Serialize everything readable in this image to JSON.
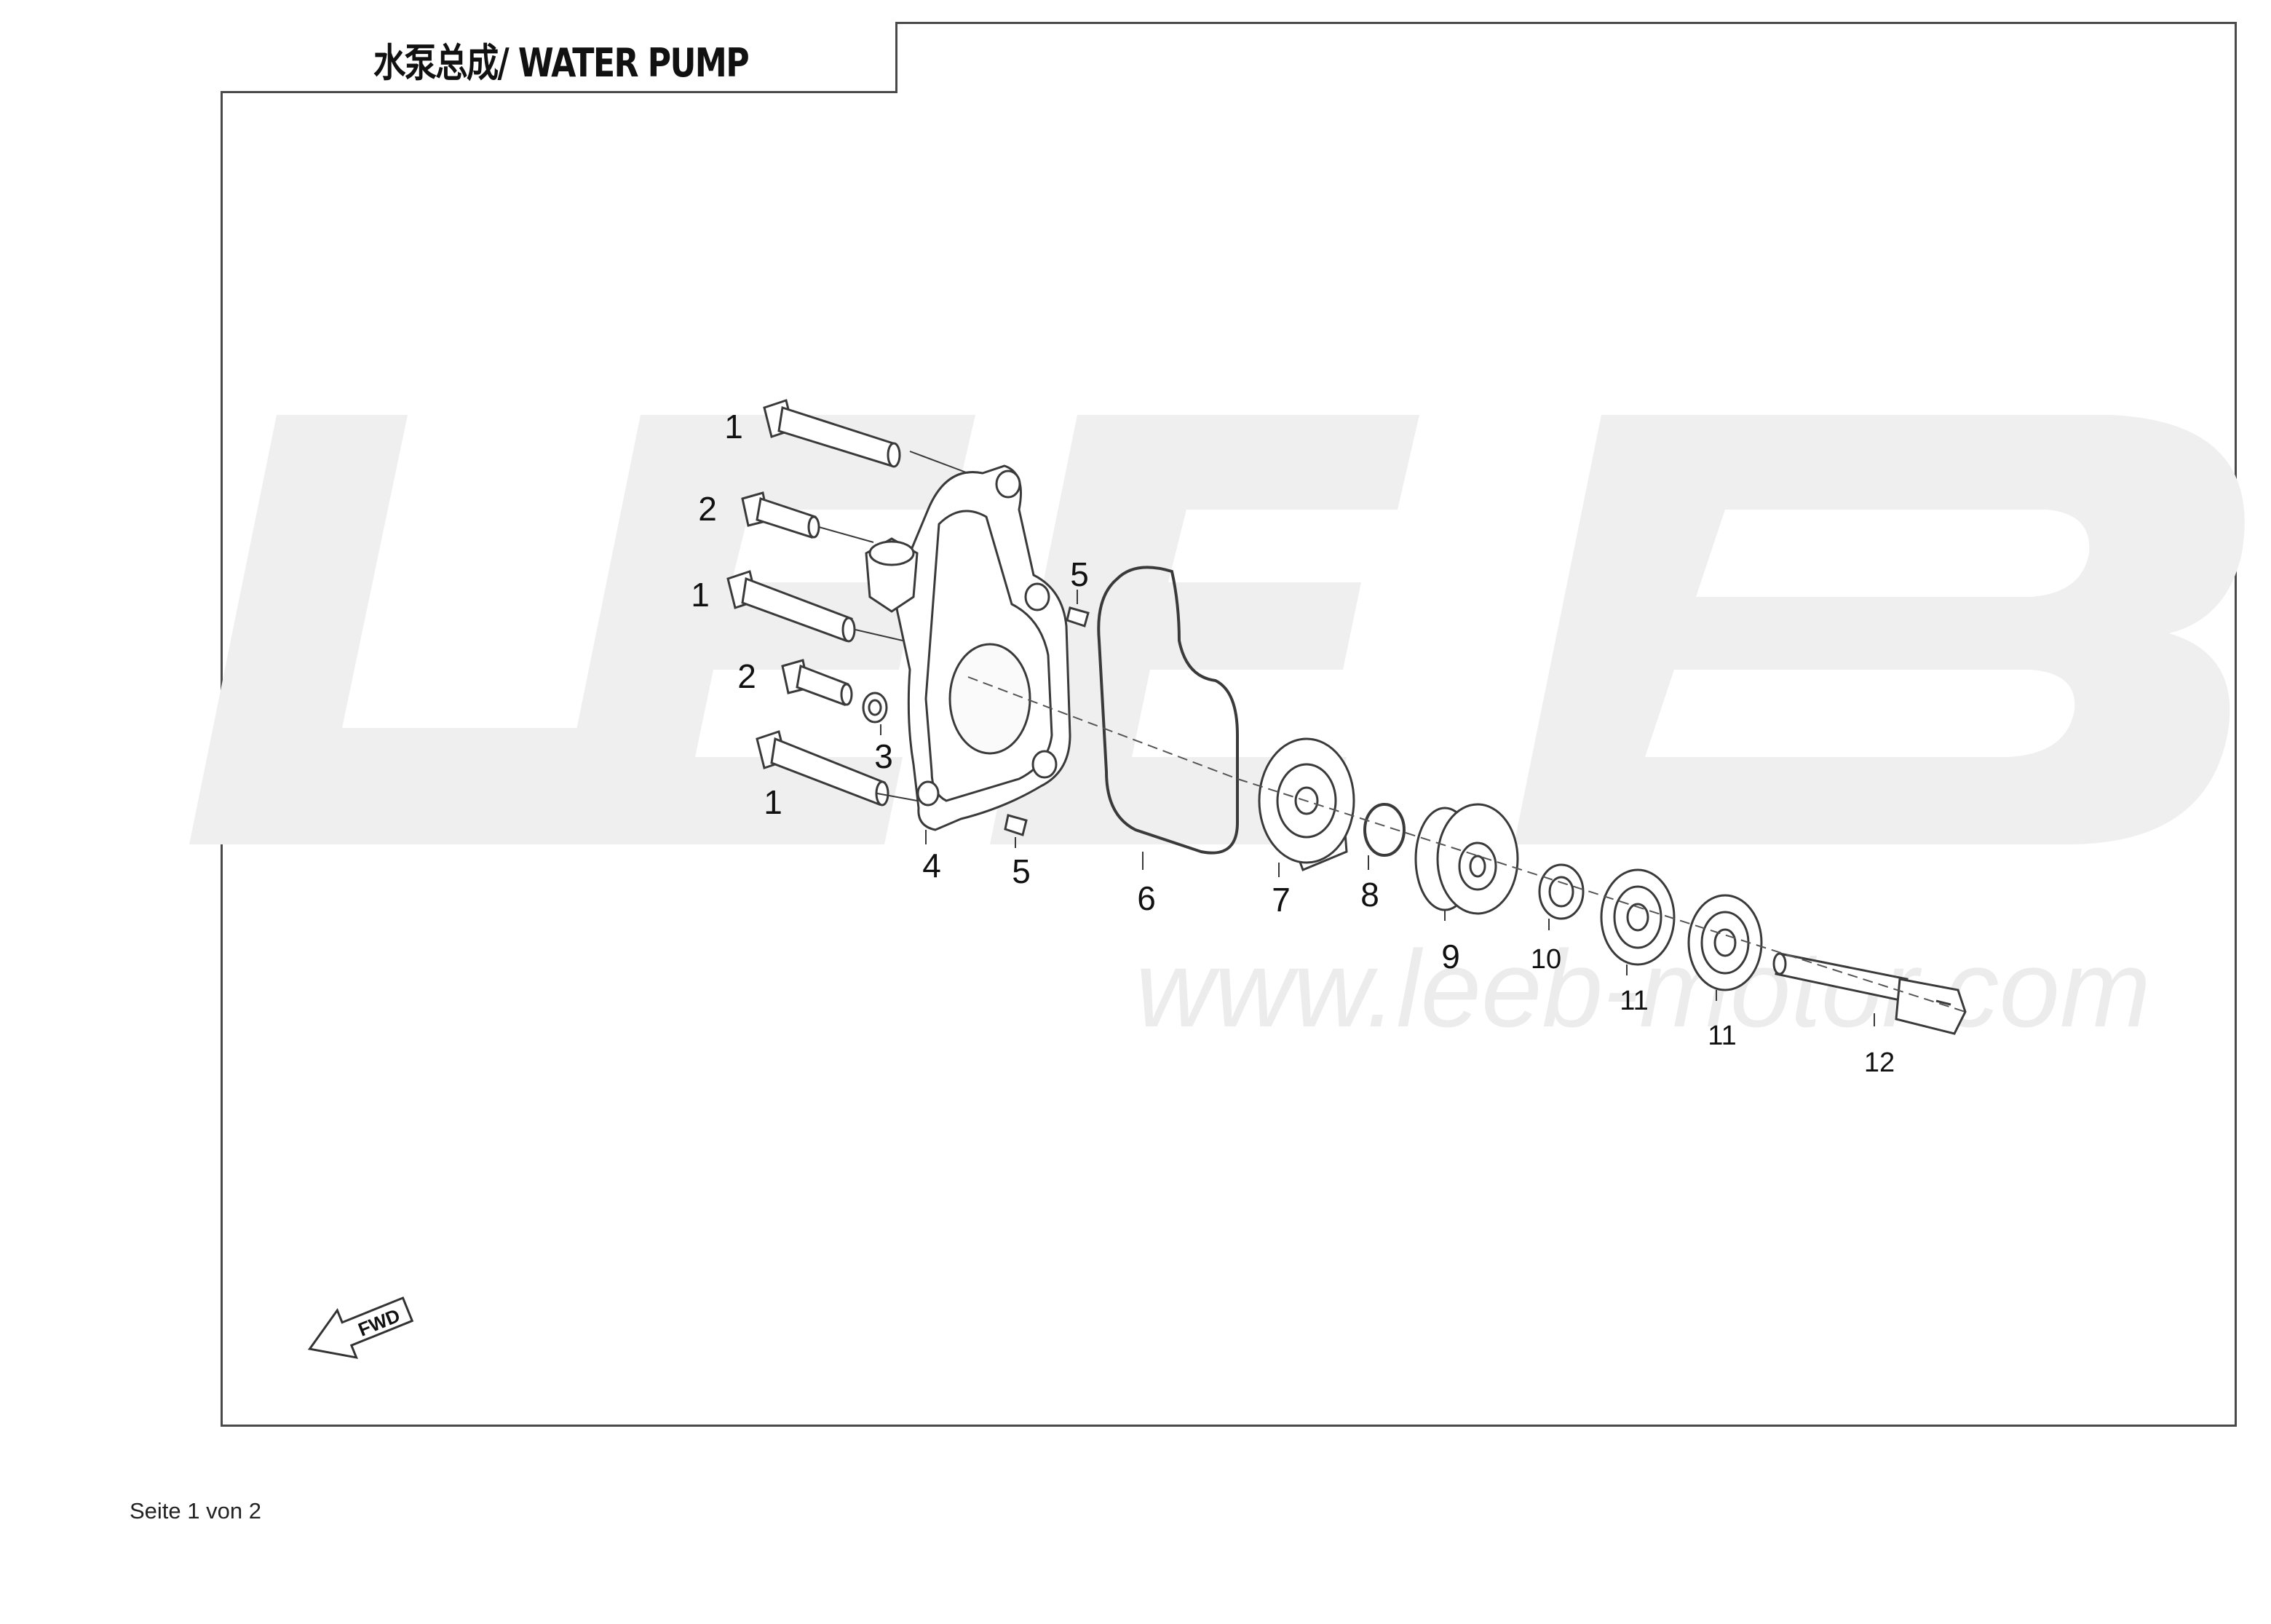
{
  "title": "水泵总成/ WATER PUMP",
  "watermark": {
    "logo": "LEEB",
    "url": "www.leeb-motor.com"
  },
  "callouts": [
    "1",
    "2",
    "1",
    "2",
    "3",
    "1",
    "4",
    "5",
    "5",
    "6",
    "7",
    "8",
    "9",
    "10",
    "11",
    "11",
    "12"
  ],
  "direction_label": "FWD",
  "footer": "Seite 1 von 2",
  "colors": {
    "line": "#3a3a3a",
    "watermark": "#ededed",
    "frame": "#4a4a4a"
  }
}
